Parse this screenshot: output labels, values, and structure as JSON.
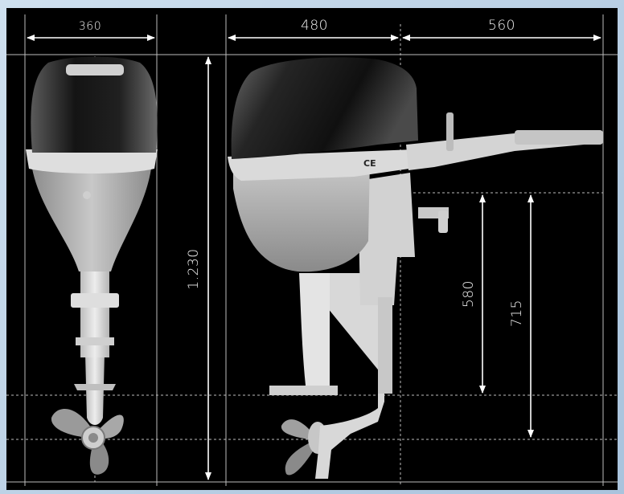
{
  "dimensions": {
    "front_width": "360",
    "side_top_width": "480",
    "tiller_length": "560",
    "total_height": "1.230",
    "shaft_short": "580",
    "shaft_long": "715"
  },
  "markings": {
    "ce_mark": "CE"
  },
  "colors": {
    "background": "#000000",
    "frame": "#b8cde2",
    "cowling_dark": "#1a1a1a",
    "cowling_light": "#6a6a6a",
    "body_light": "#d9d9d9",
    "dimension_line": "#ffffff"
  }
}
